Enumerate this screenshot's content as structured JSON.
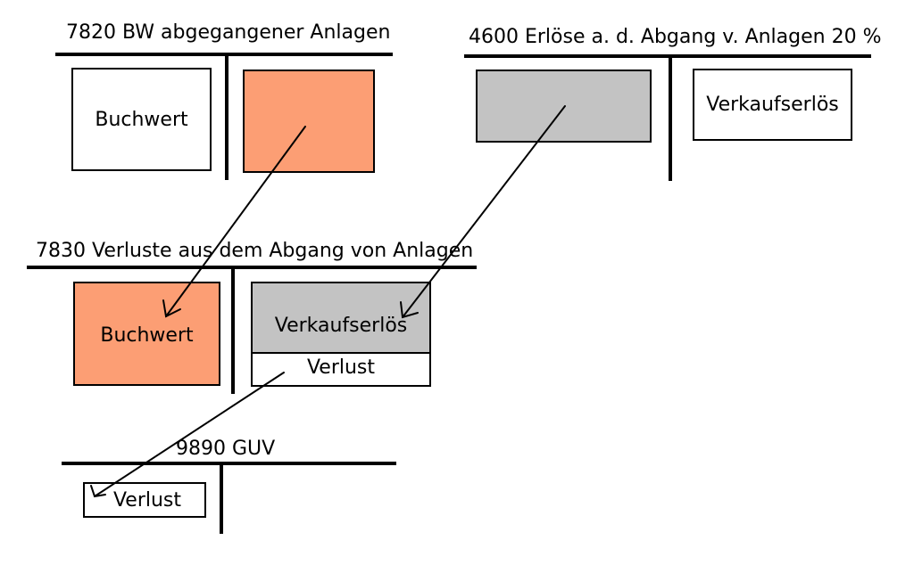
{
  "colors": {
    "orange": "#fc9e74",
    "gray": "#c3c3c3",
    "white": "#ffffff",
    "line": "#000000"
  },
  "account_7820": {
    "title": "7820 BW abgegangener Anlagen",
    "debit_label": "Buchwert"
  },
  "account_4600": {
    "title": "4600 Erlöse a. d. Abgang v. Anlagen 20 %",
    "credit_label": "Verkaufserlös"
  },
  "account_7830": {
    "title": "7830 Verluste aus dem Abgang von Anlagen",
    "debit_label": "Buchwert",
    "credit_label_1": "Verkaufserlös",
    "credit_label_2": "Verlust"
  },
  "account_9890": {
    "title": "9890 GUV",
    "debit_label": "Verlust"
  }
}
